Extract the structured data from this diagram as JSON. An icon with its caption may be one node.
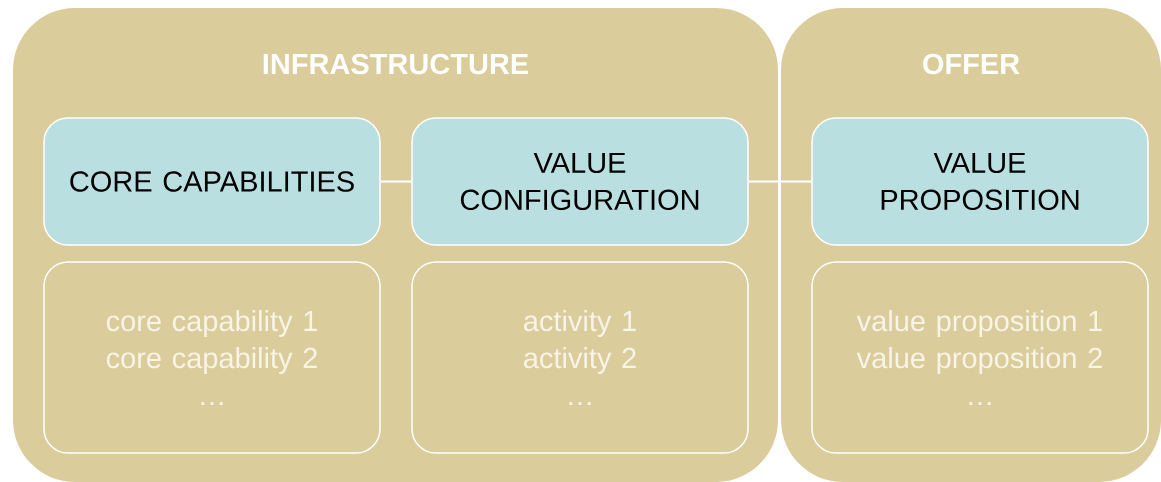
{
  "diagram": {
    "nodes": [
      {
        "text": [
          "INFRASTRUCTURE"
        ]
      },
      {
        "text": [
          "CORE CAPABILITIES"
        ],
        "in": 0
      },
      {
        "text": [
          "core capability 1",
          "core capability 2",
          "…"
        ],
        "in": 0
      },
      {
        "text": [
          "VALUE CONFIGURATION"
        ],
        "in": 0
      },
      {
        "text": [
          "activity 1",
          "activity 2",
          "…"
        ],
        "in": 0
      },
      {
        "text": [
          "OFFER"
        ]
      },
      {
        "text": [
          "VALUE PROPOSITION"
        ],
        "in": 5
      },
      {
        "text": [
          "value proposition 1",
          "value proposition 2",
          "…"
        ],
        "in": 5
      }
    ],
    "edges": [
      {
        "from": 1,
        "to": 3,
        "arrow": "none"
      },
      {
        "from": 3,
        "to": 6,
        "arrow": "none"
      }
    ]
  }
}
